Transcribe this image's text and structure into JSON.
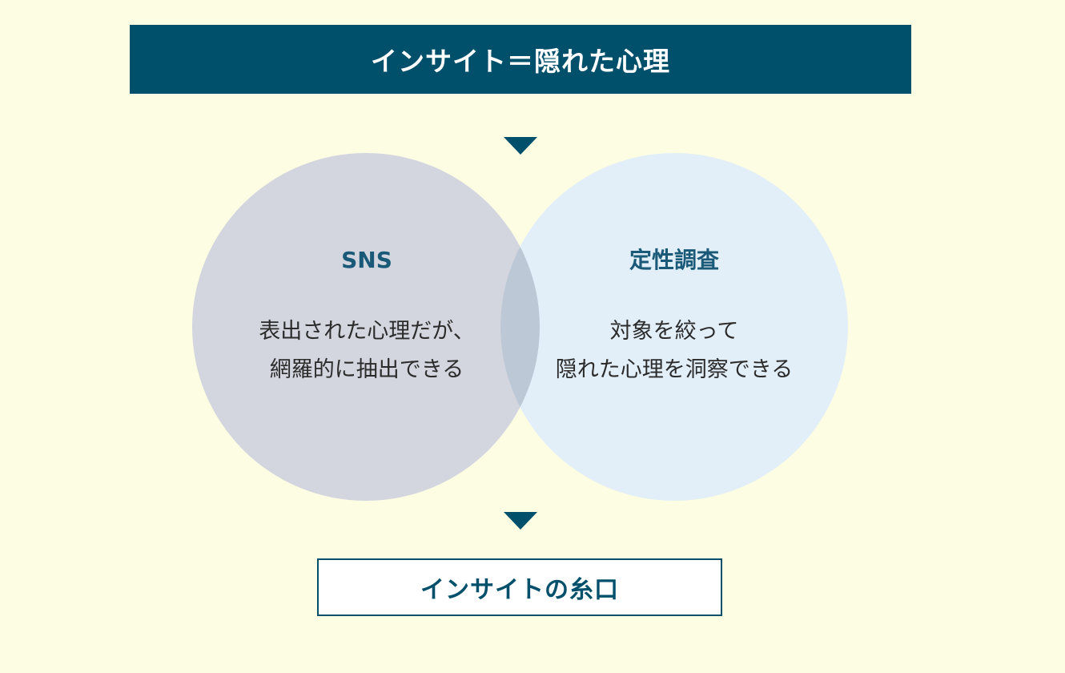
{
  "header": {
    "title": "インサイト＝隠れた心理"
  },
  "venn": {
    "left": {
      "title": "SNS",
      "lines": [
        "表出された心理だが、",
        "網羅的に抽出できる"
      ]
    },
    "right": {
      "title": "定性調査",
      "lines": [
        "対象を絞って",
        "隠れた心理を洞察できる"
      ]
    }
  },
  "result": {
    "label": "インサイトの糸口"
  },
  "colors": {
    "background": "#fdfde4",
    "primary": "#00506b",
    "left_circle": "#d3d6de",
    "right_circle": "#e2eef8",
    "overlap": "#bcc8d6"
  }
}
